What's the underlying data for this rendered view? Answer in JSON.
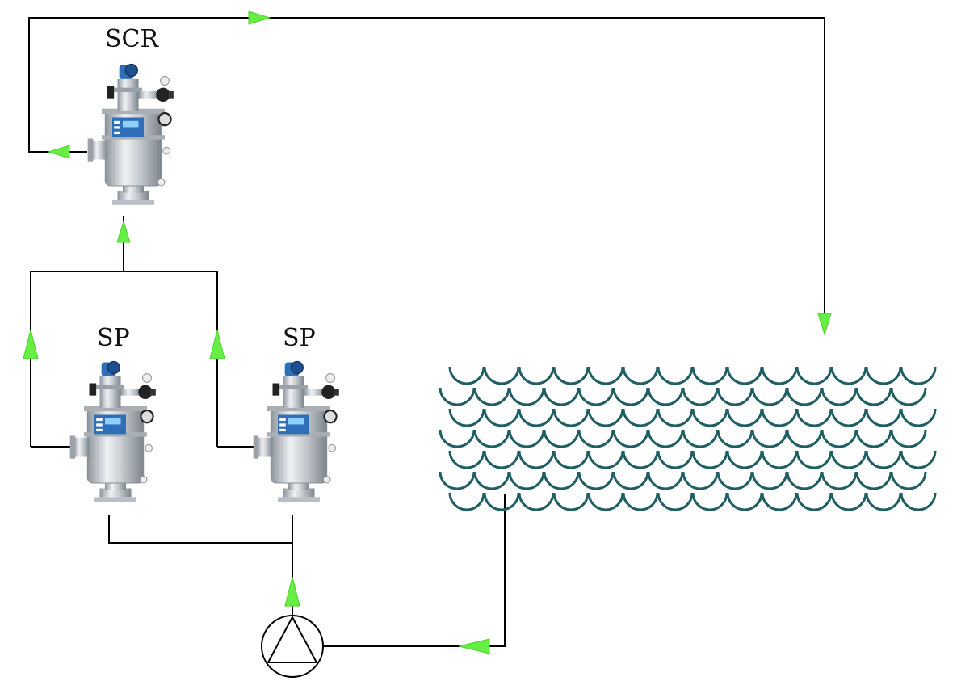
{
  "labels": {
    "scr": "SCR",
    "sp_left": "SP",
    "sp_right": "SP"
  },
  "colors": {
    "pipe": "#000000",
    "flow_arrow": "#66ee44",
    "water": "#1f5f63",
    "filter_body": "#c9ced3",
    "control_panel": "#2f6fb8",
    "gauge": "#222222"
  },
  "icons": {
    "filter": "self-cleaning-filter-icon",
    "pump": "pump-icon",
    "tank": "water-tank-icon",
    "arrow": "flow-arrow-icon"
  }
}
